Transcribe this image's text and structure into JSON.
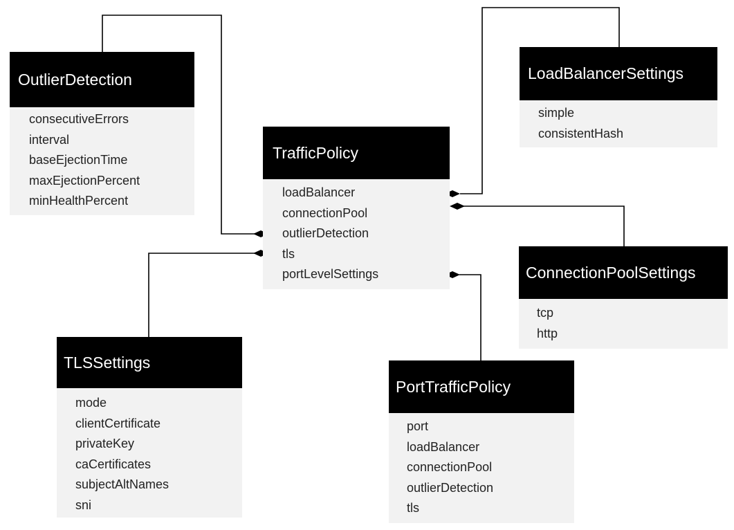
{
  "colors": {
    "header_bg": "#000000",
    "header_text": "#ffffff",
    "body_bg": "#f2f2f2",
    "line": "#000000"
  },
  "boxes": {
    "outlier_detection": {
      "title": "OutlierDetection",
      "fields": [
        "consecutiveErrors",
        "interval",
        "baseEjectionTime",
        "maxEjectionPercent",
        "minHealthPercent"
      ]
    },
    "traffic_policy": {
      "title": "TrafficPolicy",
      "fields": [
        "loadBalancer",
        "connectionPool",
        "outlierDetection",
        "tls",
        "portLevelSettings"
      ]
    },
    "load_balancer_settings": {
      "title": "LoadBalancerSettings",
      "fields": [
        "simple",
        "consistentHash"
      ]
    },
    "connection_pool_settings": {
      "title": "ConnectionPoolSettings",
      "fields": [
        "tcp",
        "http"
      ]
    },
    "tls_settings": {
      "title": "TLSSettings",
      "fields": [
        "mode",
        "clientCertificate",
        "privateKey",
        "caCertificates",
        "subjectAltNames",
        "sni"
      ]
    },
    "port_traffic_policy": {
      "title": "PortTrafficPolicy",
      "fields": [
        "port",
        "loadBalancer",
        "connectionPool",
        "outlierDetection",
        "tls"
      ]
    }
  },
  "connectors": [
    {
      "from": "traffic_policy.outlierDetection",
      "to": "outlier_detection",
      "end": "diamond"
    },
    {
      "from": "traffic_policy.tls",
      "to": "tls_settings",
      "end": "diamond"
    },
    {
      "from": "traffic_policy.loadBalancer",
      "to": "load_balancer_settings",
      "end": "diamond"
    },
    {
      "from": "traffic_policy.connectionPool",
      "to": "connection_pool_settings",
      "end": "diamond"
    },
    {
      "from": "traffic_policy.portLevelSettings",
      "to": "port_traffic_policy",
      "end": "diamond"
    }
  ]
}
